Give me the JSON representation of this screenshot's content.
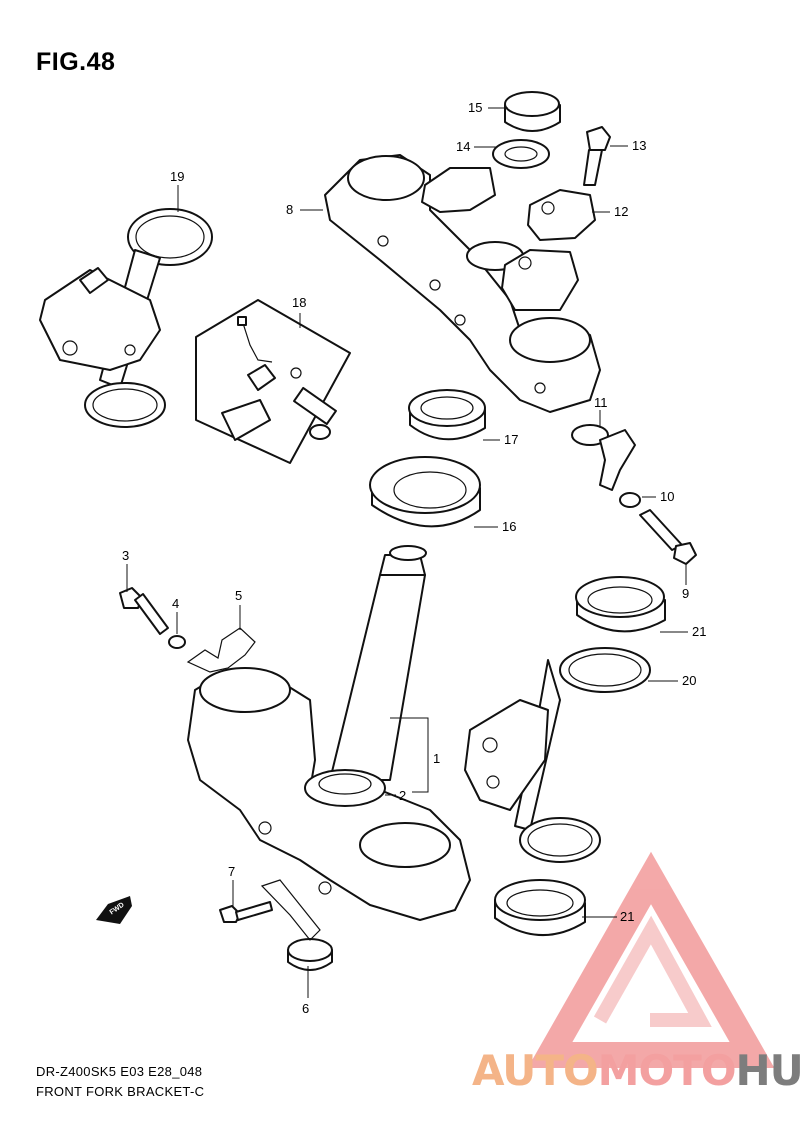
{
  "figure": {
    "title": "FIG.48",
    "caption_model": "DR-Z400SK5 E03 E28_048",
    "caption_name": "FRONT FORK BRACKET-C"
  },
  "callouts": [
    {
      "id": "p1",
      "label": "1"
    },
    {
      "id": "p2",
      "label": "2"
    },
    {
      "id": "p3",
      "label": "3"
    },
    {
      "id": "p4",
      "label": "4"
    },
    {
      "id": "p5",
      "label": "5"
    },
    {
      "id": "p6",
      "label": "6"
    },
    {
      "id": "p7",
      "label": "7"
    },
    {
      "id": "p8",
      "label": "8"
    },
    {
      "id": "p9",
      "label": "9"
    },
    {
      "id": "p10",
      "label": "10"
    },
    {
      "id": "p11",
      "label": "11"
    },
    {
      "id": "p12",
      "label": "12"
    },
    {
      "id": "p13",
      "label": "13"
    },
    {
      "id": "p14",
      "label": "14"
    },
    {
      "id": "p15",
      "label": "15"
    },
    {
      "id": "p16",
      "label": "16"
    },
    {
      "id": "p17",
      "label": "17"
    },
    {
      "id": "p18",
      "label": "18"
    },
    {
      "id": "p19",
      "label": "19"
    },
    {
      "id": "p20",
      "label": "20"
    },
    {
      "id": "p21a",
      "label": "21"
    },
    {
      "id": "p21b",
      "label": "21"
    }
  ],
  "fwd_label": "FWD",
  "watermark": {
    "part1": "AUTO",
    "part2": "MOTO",
    "part3": "HUB",
    "colors": {
      "auto": "#f4b488",
      "moto": "#f3a0a0",
      "hub": "#7d7d7d",
      "triangle": "#f29a9a"
    }
  }
}
